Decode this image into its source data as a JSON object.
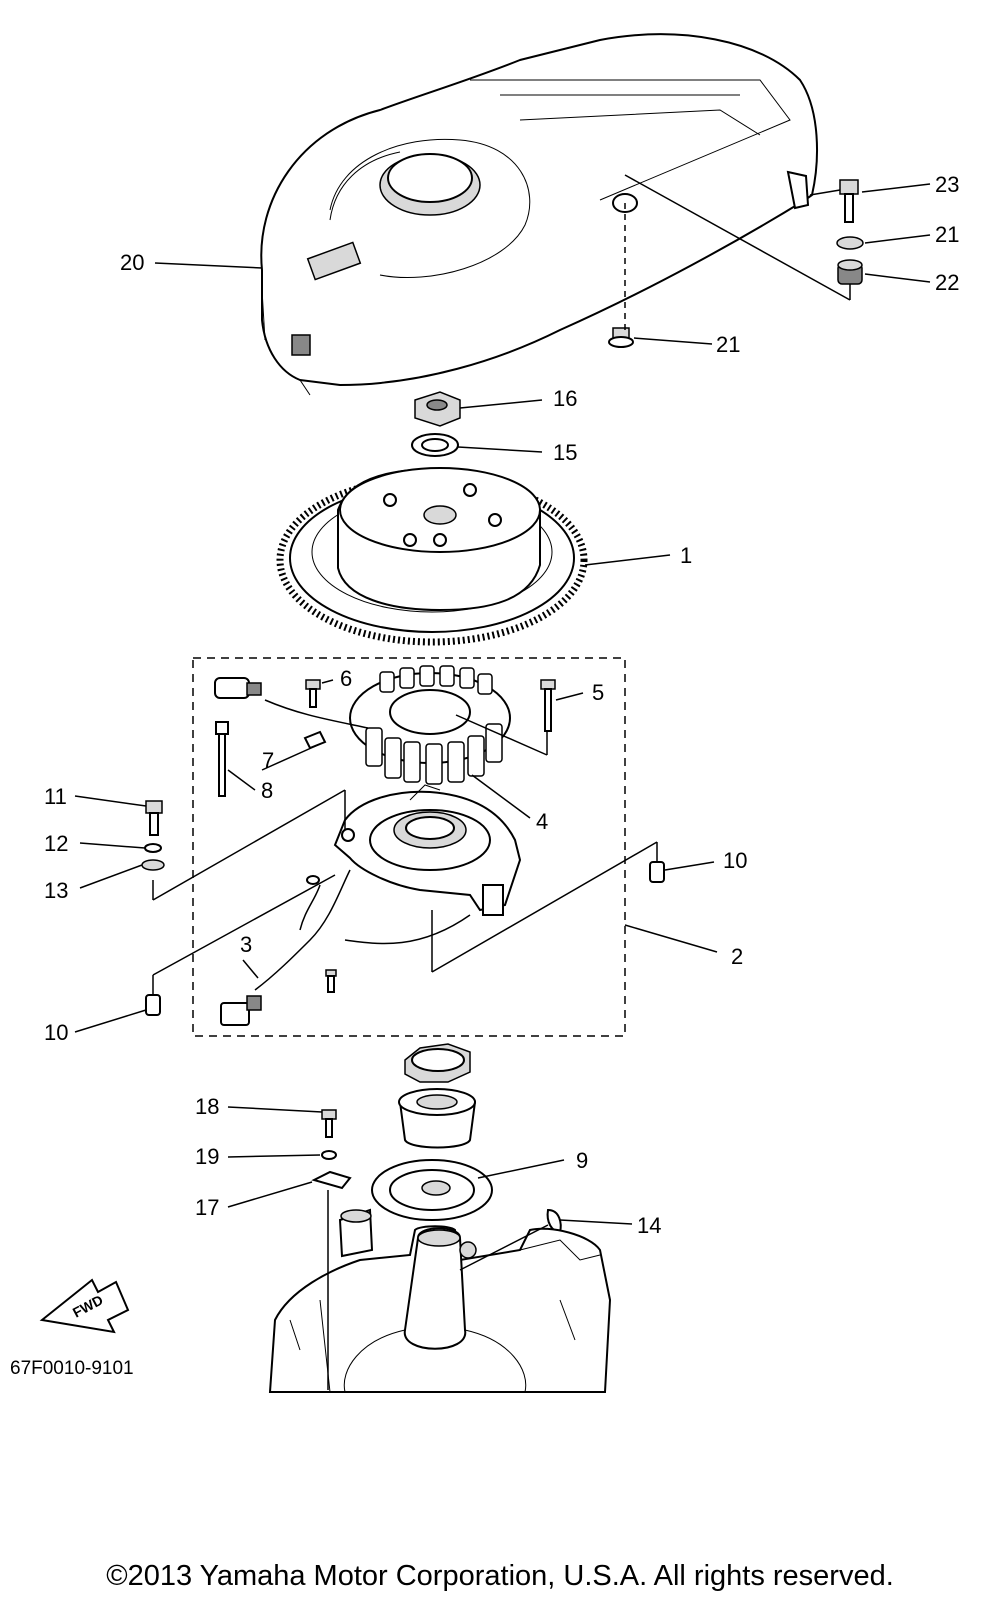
{
  "diagram_code": "67F0010-9101",
  "fwd_label": "FWD",
  "copyright": "©2013 Yamaha Motor Corporation, U.S.A. All rights reserved.",
  "callouts": [
    "1",
    "2",
    "3",
    "4",
    "5",
    "6",
    "7",
    "8",
    "9",
    "10",
    "10",
    "11",
    "12",
    "13",
    "14",
    "15",
    "16",
    "17",
    "18",
    "19",
    "20",
    "21",
    "21",
    "22",
    "23"
  ]
}
